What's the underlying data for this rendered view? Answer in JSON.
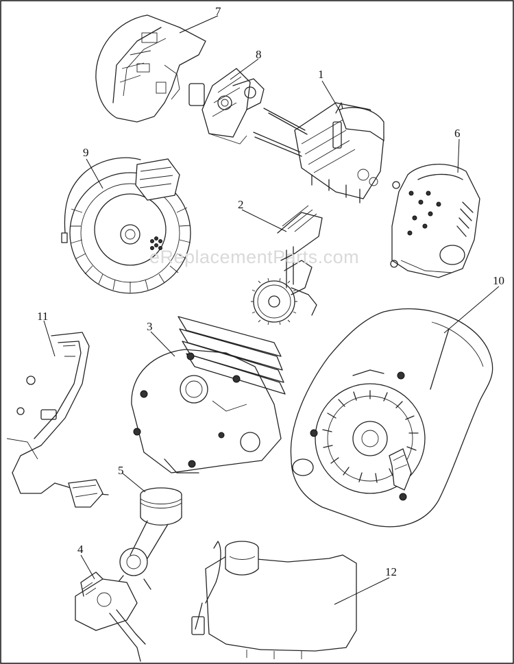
{
  "watermark": "eReplacementParts.com",
  "callouts": [
    {
      "id": "7",
      "label": "7"
    },
    {
      "id": "8",
      "label": "8"
    },
    {
      "id": "1",
      "label": "1"
    },
    {
      "id": "6",
      "label": "6"
    },
    {
      "id": "9",
      "label": "9"
    },
    {
      "id": "2",
      "label": "2"
    },
    {
      "id": "10",
      "label": "10"
    },
    {
      "id": "11",
      "label": "11"
    },
    {
      "id": "3",
      "label": "3"
    },
    {
      "id": "5",
      "label": "5"
    },
    {
      "id": "4",
      "label": "4"
    },
    {
      "id": "12",
      "label": "12"
    }
  ]
}
